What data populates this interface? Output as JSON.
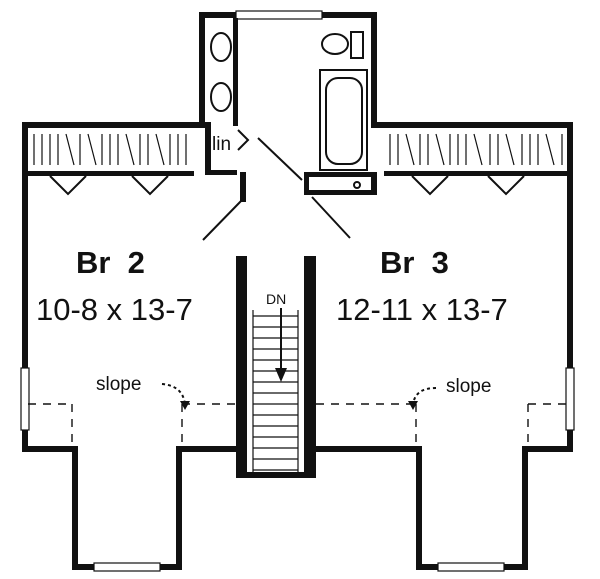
{
  "rooms": {
    "br2": {
      "name": "Br  2",
      "dimensions": "10-8 x 13-7"
    },
    "br3": {
      "name": "Br  3",
      "dimensions": "12-11 x 13-7"
    }
  },
  "labels": {
    "linen": "lin",
    "stairs_down": "DN",
    "slope_left": "slope",
    "slope_right": "slope"
  },
  "colors": {
    "line": "#111111",
    "background": "#ffffff"
  }
}
